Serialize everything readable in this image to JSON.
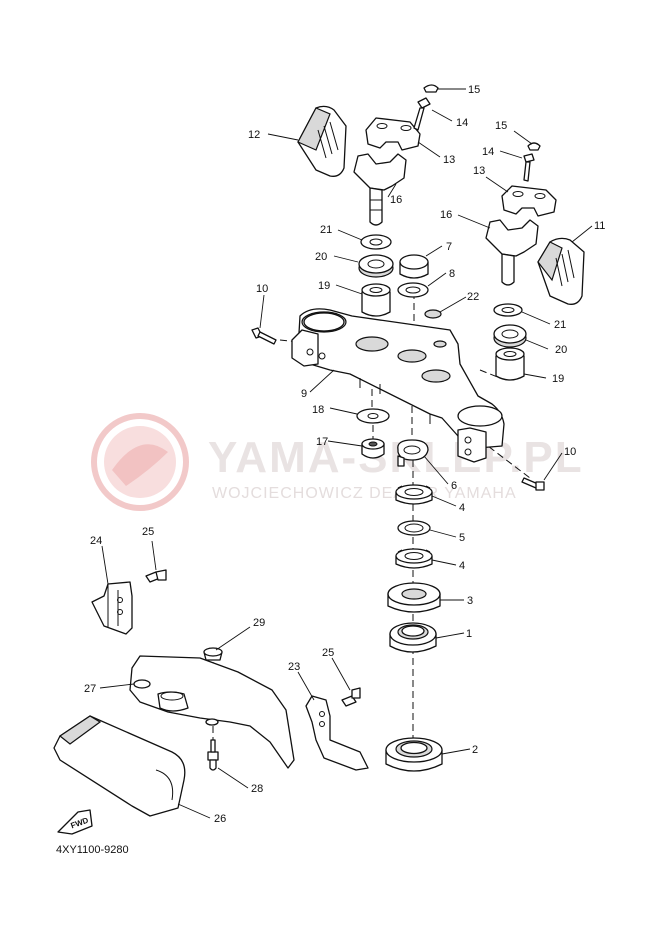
{
  "watermark": {
    "title": "YAMA-SKLEP.PL",
    "subtitle": "WOJCIECHOWICZ DEALER YAMAHA"
  },
  "diagram_code": "4XY1100-9280",
  "fwd_label": "FWD",
  "callouts": {
    "c1": "1",
    "c2": "2",
    "c3": "3",
    "c4a": "4",
    "c4b": "4",
    "c5": "5",
    "c6": "6",
    "c7": "7",
    "c8": "8",
    "c9": "9",
    "c10a": "10",
    "c10b": "10",
    "c11": "11",
    "c12": "12",
    "c13a": "13",
    "c13b": "13",
    "c14a": "14",
    "c14b": "14",
    "c15a": "15",
    "c15b": "15",
    "c16a": "16",
    "c16b": "16",
    "c17": "17",
    "c18": "18",
    "c19a": "19",
    "c19b": "19",
    "c20a": "20",
    "c20b": "20",
    "c21a": "21",
    "c21b": "21",
    "c22": "22",
    "c23": "23",
    "c24": "24",
    "c25a": "25",
    "c25b": "25",
    "c26": "26",
    "c27": "27",
    "c28": "28",
    "c29": "29"
  }
}
